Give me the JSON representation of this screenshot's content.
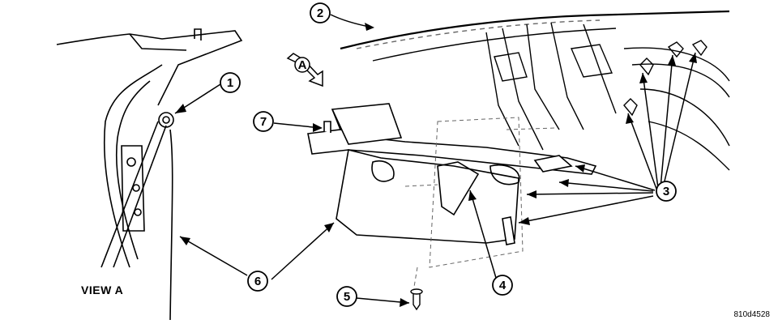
{
  "view_label": "VIEW A",
  "view_marker": "A",
  "figure_code": "810d4528",
  "callouts": [
    "1",
    "2",
    "3",
    "4",
    "5",
    "6",
    "7"
  ],
  "colors": {
    "line": "#000000",
    "dash": "#666666",
    "fill": "#ffffff"
  }
}
